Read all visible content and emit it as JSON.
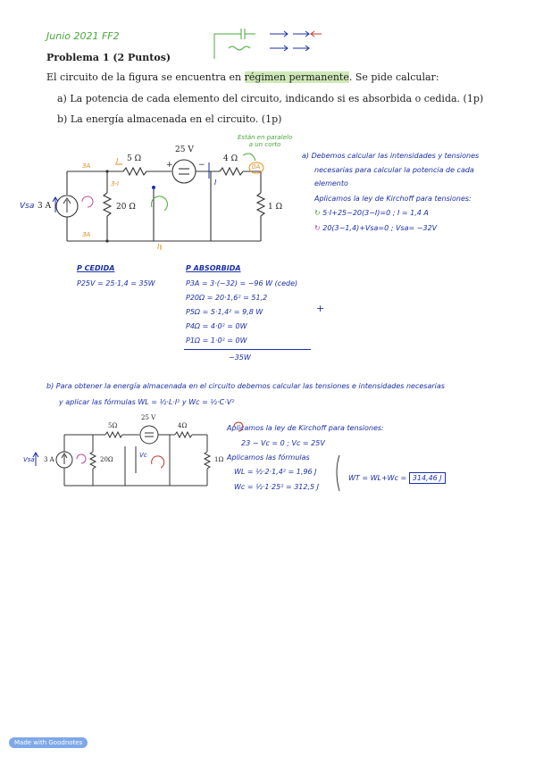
{
  "header": {
    "date_note": "Junio 2021 FF2"
  },
  "problem": {
    "title": "Problema 1 (2 Puntos)",
    "intro_a": "El circuito de la figura se encuentra en ",
    "intro_hl": "régimen permanente",
    "intro_b": ". Se pide calcular:",
    "item_a": "a)  La potencia de cada elemento del circuito, indicando si es absorbida o cedida. (1p)",
    "item_b": "b)  La energía almacenada en el circuito. (1p)"
  },
  "circuit1": {
    "r5": "5 Ω",
    "v25": "25 V",
    "r4": "4 Ω",
    "r20": "20 Ω",
    "r1": "1 Ω",
    "src": "3 A",
    "vsa": "Vsa",
    "plus": "+",
    "minus": "−",
    "i_top": "I",
    "i_bottom": "I",
    "i_right": "I",
    "cur_3a_top": "3A",
    "cur_3a_bot": "3A",
    "cur_3mi": "3-I",
    "zero_a": "0A",
    "note": "Están en paralelo\na un corto"
  },
  "sol_a": {
    "l1": "a) Debemos calcular las intensidades y tensiones",
    "l2": "necesarias para calcular la potencia de cada",
    "l3": "elemento",
    "l4": "Aplicamos la ley de Kirchoff para tensiones:",
    "l5": "5·I+25−20(3−I)=0 ; I = 1,4 A",
    "l6": "20(3−1,4)+Vsa=0 ; Vsa= −32V"
  },
  "powers": {
    "ced_title": "P CEDIDA",
    "ced_1": "P25V = 25·1,4 = 35W",
    "abs_title": "P ABSORBIDA",
    "abs_1": "P3A = 3·(−32) = −96 W (cede)",
    "abs_2": "P20Ω = 20·1,6² = 51,2",
    "abs_3": "P5Ω = 5·1,4² = 9,8 W",
    "abs_4": "P4Ω = 4·0² = 0W",
    "abs_5": "P1Ω = 1·0² = 0W",
    "plus": "+",
    "total": "−35W"
  },
  "sol_b": {
    "l1": "b) Para obtener la energía almacenada en el circuito debemos calcular las tensiones e intensidades necesarias",
    "l2": "y aplicar las fórmulas WL = ½·L·I² y Wc = ½·C·V²",
    "k1": "Aplicamos la ley de Kirchoff para tensiones:",
    "k2": "23 − Vc = 0 ; Vc = 25V",
    "k3": "Aplicamos las fórmulas",
    "k4": "WL = ½·2·1,4² = 1,96 J",
    "k5": "Wc = ½·1·25² = 312,5 J",
    "k6": "WT = WL+Wc = ",
    "k7": "314,46 J"
  },
  "circuit2": {
    "r5": "5Ω",
    "v25": "25 V",
    "r4": "4Ω",
    "r20": "20Ω",
    "r1": "1Ω",
    "src": "3 A",
    "vsa": "Vsa",
    "vc": "Vc"
  },
  "footer": {
    "badge": "Made with Goodnotes"
  }
}
